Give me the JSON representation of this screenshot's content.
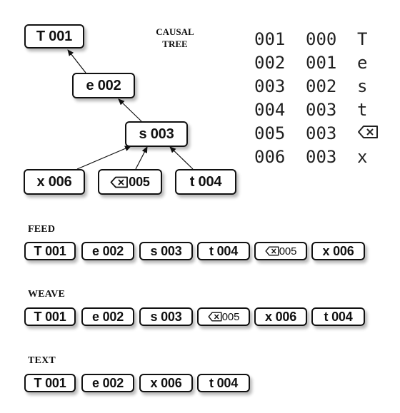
{
  "title_lines": [
    "CAUSAL",
    "TREE"
  ],
  "tree": {
    "nodes": {
      "T": {
        "char": "T",
        "id": "001"
      },
      "e": {
        "char": "e",
        "id": "002"
      },
      "s": {
        "char": "s",
        "id": "003"
      },
      "x": {
        "char": "x",
        "id": "006"
      },
      "del": {
        "char": "⌫",
        "id": "005"
      },
      "t": {
        "char": "t",
        "id": "004"
      }
    }
  },
  "log": [
    {
      "id": "001",
      "parent": "000",
      "char": "T"
    },
    {
      "id": "002",
      "parent": "001",
      "char": "e"
    },
    {
      "id": "003",
      "parent": "002",
      "char": "s"
    },
    {
      "id": "004",
      "parent": "003",
      "char": "t"
    },
    {
      "id": "005",
      "parent": "003",
      "char": "⌫"
    },
    {
      "id": "006",
      "parent": "003",
      "char": "x"
    }
  ],
  "feed": {
    "heading": "FEED",
    "items": [
      {
        "char": "T",
        "id": "001"
      },
      {
        "char": "e",
        "id": "002"
      },
      {
        "char": "s",
        "id": "003"
      },
      {
        "char": "t",
        "id": "004"
      },
      {
        "char": "⌫",
        "id": "005"
      },
      {
        "char": "x",
        "id": "006"
      }
    ]
  },
  "weave": {
    "heading": "WEAVE",
    "items": [
      {
        "char": "T",
        "id": "001"
      },
      {
        "char": "e",
        "id": "002"
      },
      {
        "char": "s",
        "id": "003"
      },
      {
        "char": "⌫",
        "id": "005"
      },
      {
        "char": "x",
        "id": "006"
      },
      {
        "char": "t",
        "id": "004"
      }
    ]
  },
  "text": {
    "heading": "TEXT",
    "items": [
      {
        "char": "T",
        "id": "001"
      },
      {
        "char": "e",
        "id": "002"
      },
      {
        "char": "x",
        "id": "006"
      },
      {
        "char": "t",
        "id": "004"
      }
    ]
  }
}
